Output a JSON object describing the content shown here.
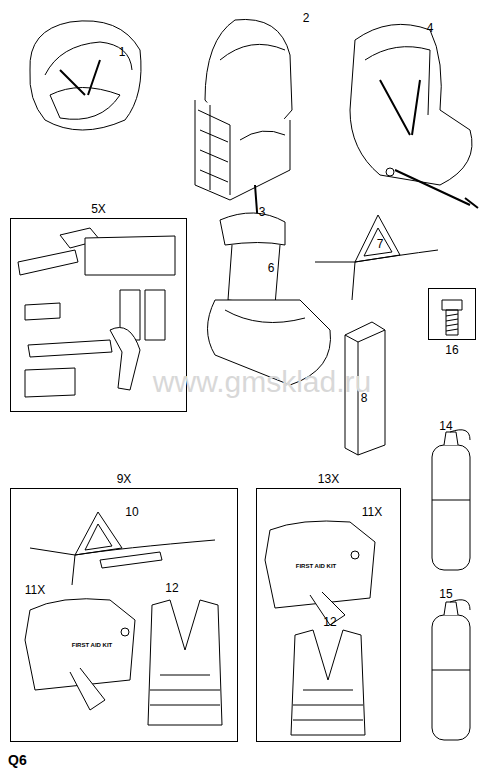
{
  "diagram": {
    "nodes": [
      {
        "text": [
          "5X"
        ]
      },
      {
        "text": [
          "16"
        ]
      },
      {
        "text": [
          "9X"
        ]
      },
      {
        "text": [
          "13X"
        ]
      }
    ],
    "labels": [
      "1",
      "2",
      "3",
      "4",
      "6",
      "7",
      "8",
      "10",
      "11X",
      "12",
      "FIRST AID KIT",
      "11X",
      "12",
      "FIRST AID KIT",
      "14",
      "15",
      "www.gmsklad.ru",
      "Q6"
    ]
  }
}
